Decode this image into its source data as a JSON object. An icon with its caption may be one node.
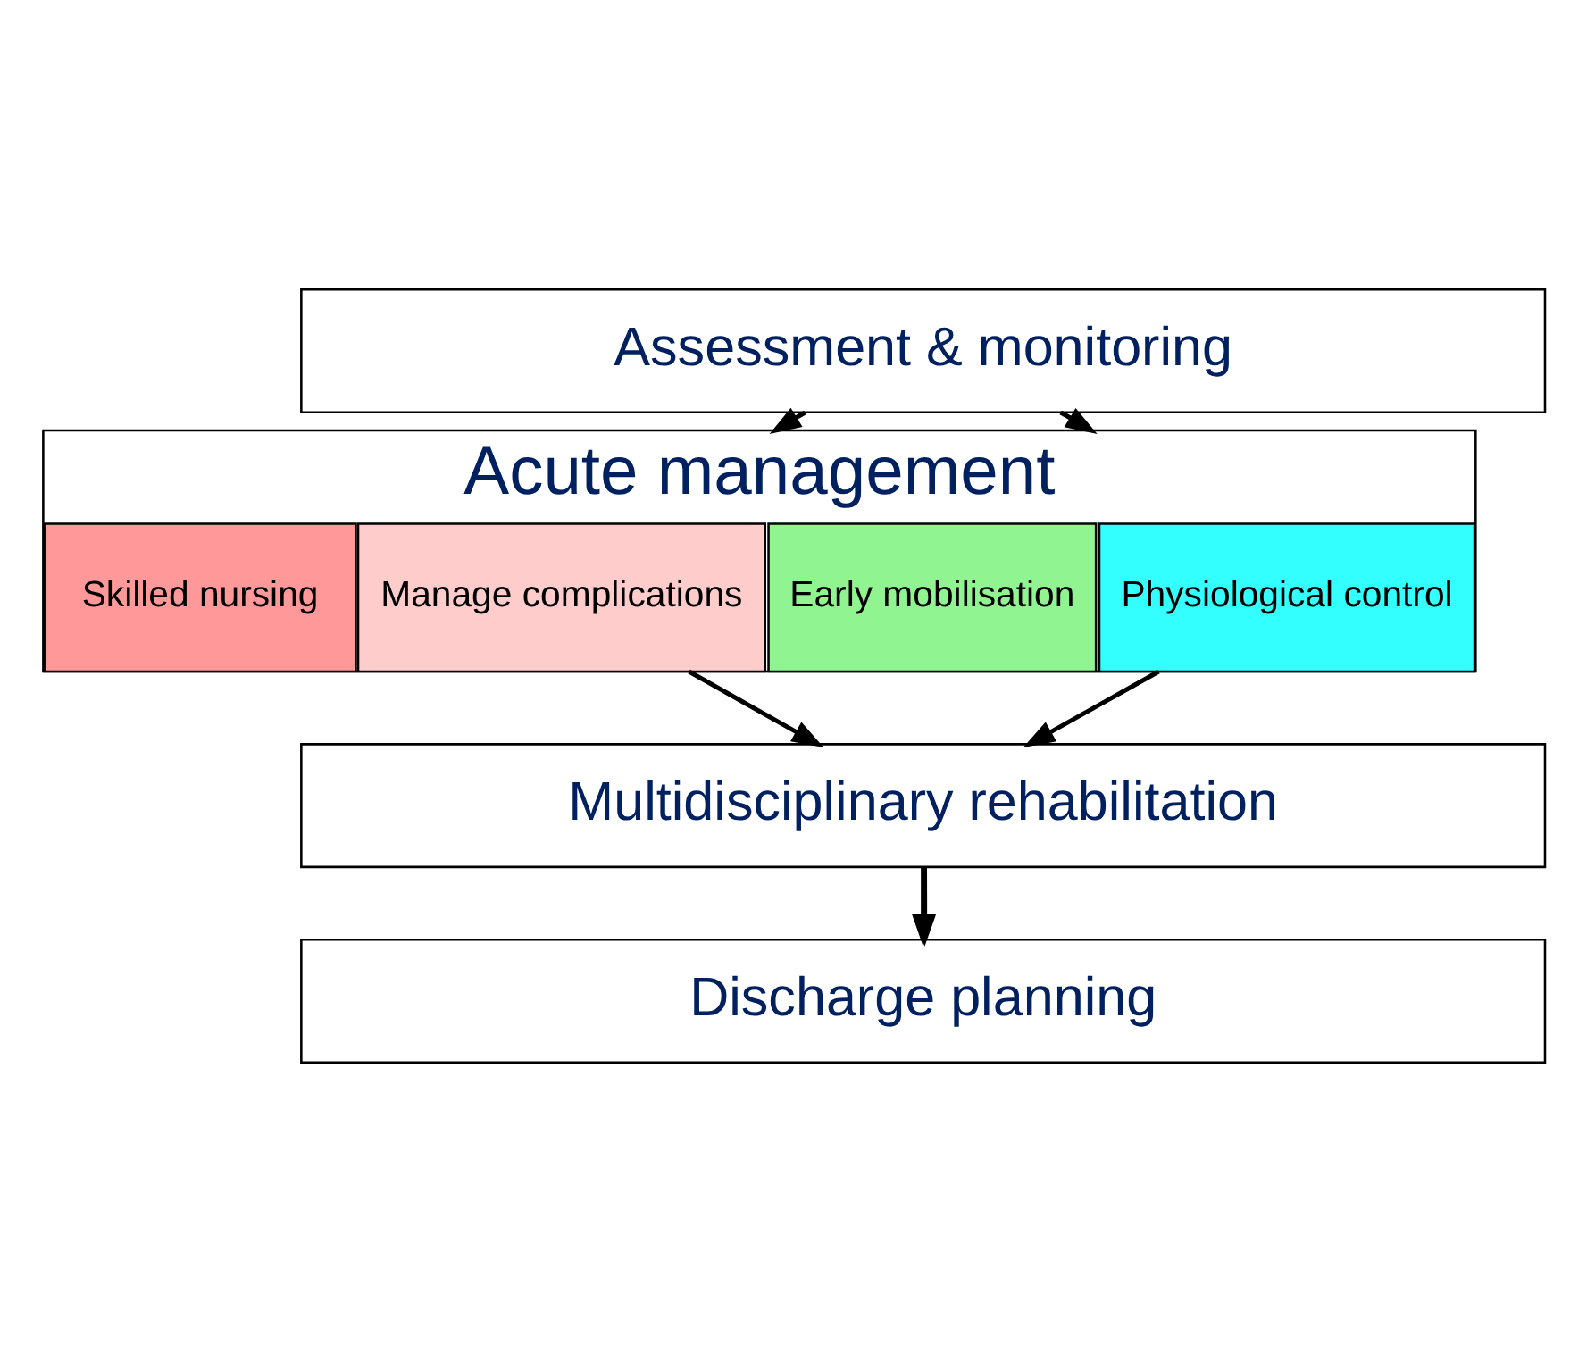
{
  "diagram": {
    "nodes": [
      {
        "text": [
          "Assessment & monitoring"
        ]
      },
      {
        "text": [
          "Acute management"
        ]
      },
      {
        "text": [
          "Physiological control"
        ],
        "in": 1
      },
      {
        "text": [
          "Early mobilisation"
        ],
        "in": 1
      },
      {
        "text": [
          "Manage complications"
        ],
        "in": 1
      },
      {
        "text": [
          "Skilled nursing"
        ],
        "in": 1
      },
      {
        "text": [
          "Multidisciplinary rehabilitation"
        ]
      },
      {
        "text": [
          "Discharge planning"
        ]
      }
    ],
    "edges": [
      {
        "from": 0,
        "to": 1,
        "arrow": "to"
      },
      {
        "from": 0,
        "to": 1,
        "arrow": "to"
      },
      {
        "from": 2,
        "to": 6,
        "arrow": "to"
      },
      {
        "from": 4,
        "to": 6,
        "arrow": "to"
      },
      {
        "from": 6,
        "to": 7,
        "arrow": "to"
      },
      {
        "from": 6,
        "to": 7,
        "arrow": "to"
      }
    ]
  }
}
